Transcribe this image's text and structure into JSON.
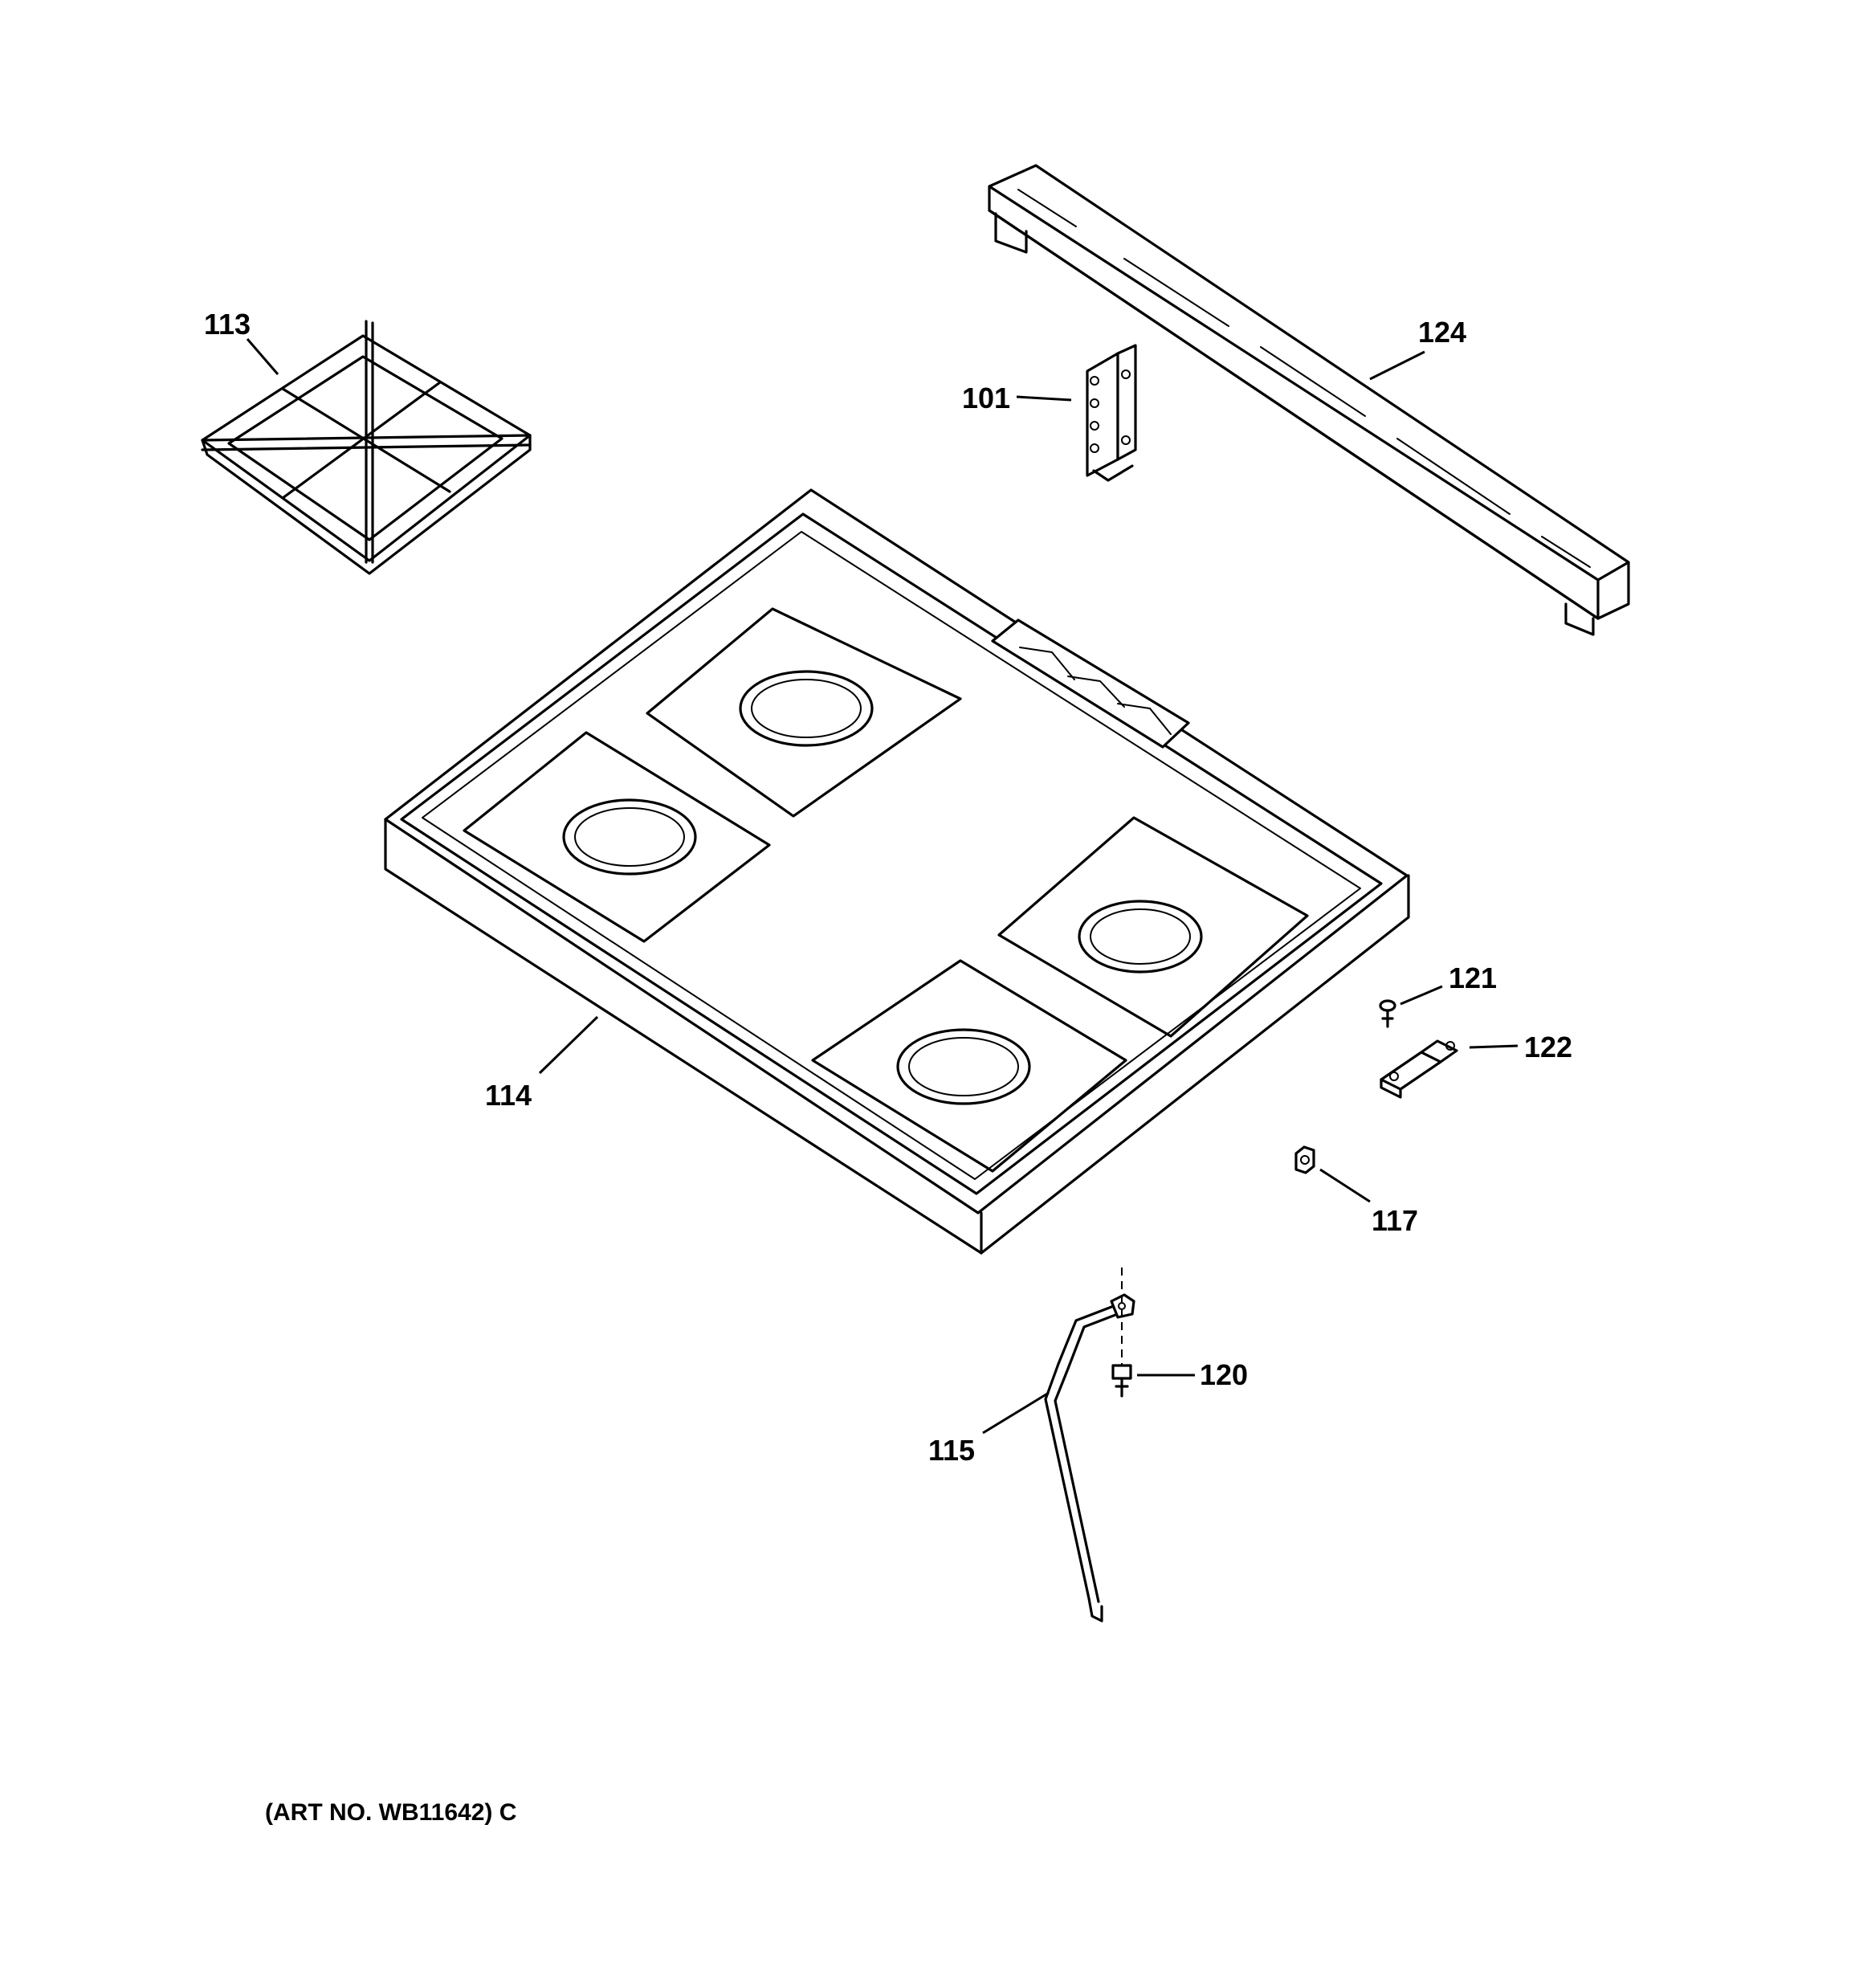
{
  "diagram": {
    "callouts": {
      "grate": "113",
      "cooktop": "114",
      "bracket": "101",
      "trim": "124",
      "screw": "121",
      "clip": "122",
      "nut": "117",
      "rod": "115",
      "rod_screw": "120"
    },
    "art_number": "(ART NO. WB11642) C"
  }
}
